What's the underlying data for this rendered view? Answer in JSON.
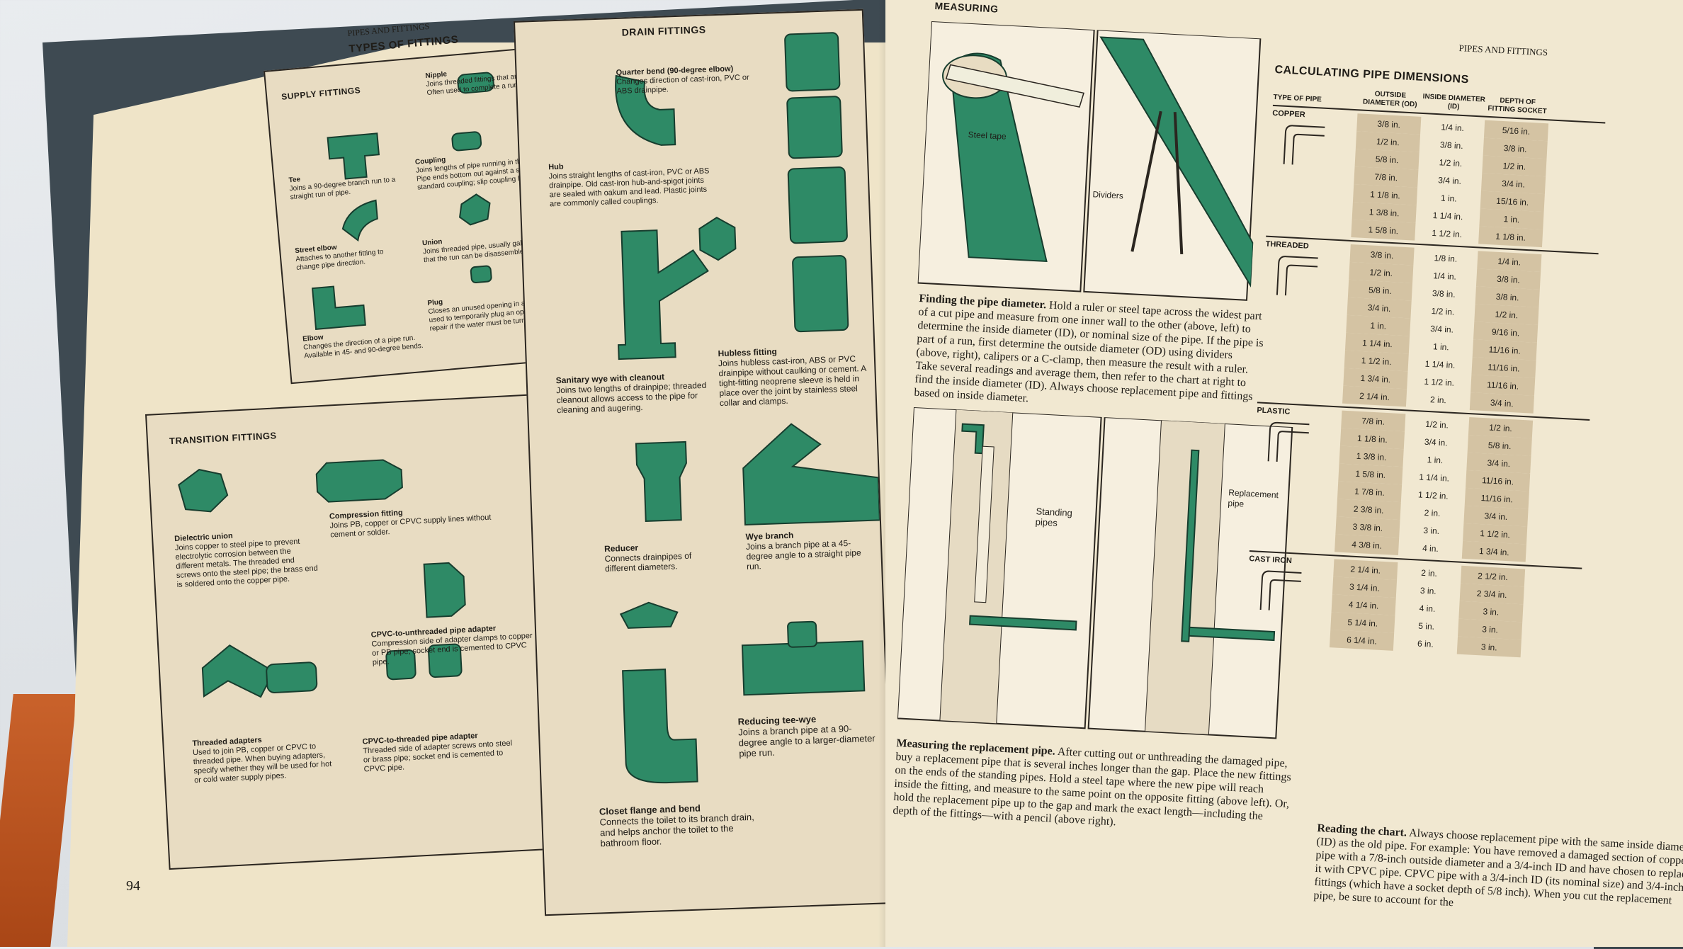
{
  "left_page": {
    "running_head": "PIPES AND FITTINGS",
    "title": "TYPES OF FITTINGS",
    "page_number": "94",
    "supply": {
      "heading": "SUPPLY FITTINGS",
      "items": [
        {
          "name": "Nipple",
          "desc": "Joins threaded fittings that are close together. Often used to complete a run."
        },
        {
          "name": "Tee",
          "desc": "Joins a 90-degree branch run to a straight run of pipe."
        },
        {
          "name": "Coupling",
          "desc": "Joins lengths of pipe running in the same direction. Pipe ends bottom out against a shoulder inside standard coupling; slip coupling has no shoulder."
        },
        {
          "name": "Street elbow",
          "desc": "Attaches to another fitting to change pipe direction."
        },
        {
          "name": "Union",
          "desc": "Joins threaded pipe, usually galvanized steel, so that the run can be disassembled."
        },
        {
          "name": "Elbow",
          "desc": "Changes the direction of a pipe run. Available in 45- and 90-degree bends."
        },
        {
          "name": "Plug",
          "desc": "Closes an unused opening in a pipe or fitting. Also used to temporarily plug an open pipe during a repair if the water must be turned on."
        }
      ]
    },
    "transition": {
      "heading": "TRANSITION FITTINGS",
      "items": [
        {
          "name": "Dielectric union",
          "desc": "Joins copper to steel pipe to prevent electrolytic corrosion between the different metals. The threaded end screws onto the steel pipe; the brass end is soldered onto the copper pipe."
        },
        {
          "name": "Compression fitting",
          "desc": "Joins PB, copper or CPVC supply lines without cement or solder."
        },
        {
          "name": "CPVC-to-unthreaded pipe adapter",
          "desc": "Compression side of adapter clamps to copper or PB pipe; socket end is cemented to CPVC pipe."
        },
        {
          "name": "Threaded adapters",
          "desc": "Used to join PB, copper or CPVC to threaded pipe. When buying adapters, specify whether they will be used for hot or cold water supply pipes."
        },
        {
          "name": "CPVC-to-threaded pipe adapter",
          "desc": "Threaded side of adapter screws onto steel or brass pipe; socket end is cemented to CPVC pipe."
        }
      ]
    },
    "drain": {
      "heading": "DRAIN FITTINGS",
      "items": [
        {
          "name": "Quarter bend (90-degree elbow)",
          "desc": "Changes direction of cast-iron, PVC or ABS drainpipe."
        },
        {
          "name": "Hub",
          "desc": "Joins straight lengths of cast-iron, PVC or ABS drainpipe. Old cast-iron hub-and-spigot joints are sealed with oakum and lead. Plastic joints are commonly called couplings."
        },
        {
          "name": "Hubless fitting",
          "desc": "Joins hubless cast-iron, ABS or PVC drainpipe without caulking or cement. A tight-fitting neoprene sleeve is held in place over the joint by stainless steel collar and clamps."
        },
        {
          "name": "Sanitary wye with cleanout",
          "desc": "Joins two lengths of drainpipe; threaded cleanout allows access to the pipe for cleaning and augering."
        },
        {
          "name": "Reducer",
          "desc": "Connects drainpipes of different diameters."
        },
        {
          "name": "Wye branch",
          "desc": "Joins a branch pipe at a 45-degree angle to a straight pipe run."
        },
        {
          "name": "Reducing tee-wye",
          "desc": "Joins a branch pipe at a 90-degree angle to a larger-diameter pipe run."
        },
        {
          "name": "Closet flange and bend",
          "desc": "Connects the toilet to its branch drain, and helps anchor the toilet to the bathroom floor."
        }
      ]
    }
  },
  "right_page": {
    "running_head_left": "MEASURING",
    "running_head_right": "PIPES AND FITTINGS",
    "fig_labels": {
      "steel_tape": "Steel tape",
      "dividers": "Dividers",
      "standing_pipes": "Standing pipes",
      "replacement_pipe": "Replacement pipe"
    },
    "caption1_bold": "Finding the pipe diameter.",
    "caption1": "Hold a ruler or steel tape across the widest part of a cut pipe and measure from one inner wall to the other (above, left) to determine the inside diameter (ID), or nominal size of the pipe. If the pipe is part of a run, first determine the outside diameter (OD) using dividers (above, right), calipers or a C-clamp, then measure the result with a ruler. Take several readings and average them, then refer to the chart at right to find the inside diameter (ID). Always choose replacement pipe and fittings based on inside diameter.",
    "caption2_bold": "Measuring the replacement pipe.",
    "caption2": "After cutting out or unthreading the damaged pipe, buy a replacement pipe that is several inches longer than the gap. Place the new fittings on the ends of the standing pipes. Hold a steel tape where the new pipe will reach inside the fitting, and measure to the same point on the opposite fitting (above left). Or, hold the replacement pipe up to the gap and mark the exact length—including the depth of the fittings—with a pencil (above right).",
    "caption3_bold": "Reading the chart.",
    "caption3": "Always choose replacement pipe with the same inside diameter (ID) as the old pipe. For example: You have removed a damaged section of copper pipe with a 7/8-inch outside diameter and a 3/4-inch ID and have chosen to replace it with CPVC pipe. CPVC pipe with a 3/4-inch ID (its nominal size) and 3/4-inch fittings (which have a socket depth of 5/8 inch). When you cut the replacement pipe, be sure to account for the"
  },
  "chart": {
    "title": "CALCULATING PIPE DIMENSIONS",
    "headers": [
      "TYPE OF PIPE",
      "OUTSIDE DIAMETER (OD)",
      "INSIDE DIAMETER (ID)",
      "DEPTH OF FITTING SOCKET"
    ],
    "groups": [
      {
        "type": "COPPER",
        "rows": [
          [
            "3/8 in.",
            "1/4 in.",
            "5/16 in."
          ],
          [
            "1/2 in.",
            "3/8 in.",
            "3/8 in."
          ],
          [
            "5/8 in.",
            "1/2 in.",
            "1/2 in."
          ],
          [
            "7/8 in.",
            "3/4 in.",
            "3/4 in."
          ],
          [
            "1 1/8 in.",
            "1 in.",
            "15/16 in."
          ],
          [
            "1 3/8 in.",
            "1 1/4 in.",
            "1 in."
          ],
          [
            "1 5/8 in.",
            "1 1/2 in.",
            "1 1/8 in."
          ]
        ]
      },
      {
        "type": "THREADED",
        "rows": [
          [
            "3/8 in.",
            "1/8 in.",
            "1/4 in."
          ],
          [
            "1/2 in.",
            "1/4 in.",
            "3/8 in."
          ],
          [
            "5/8 in.",
            "3/8 in.",
            "3/8 in."
          ],
          [
            "3/4 in.",
            "1/2 in.",
            "1/2 in."
          ],
          [
            "1 in.",
            "3/4 in.",
            "9/16 in."
          ],
          [
            "1 1/4 in.",
            "1 in.",
            "11/16 in."
          ],
          [
            "1 1/2 in.",
            "1 1/4 in.",
            "11/16 in."
          ],
          [
            "1 3/4 in.",
            "1 1/2 in.",
            "11/16 in."
          ],
          [
            "2 1/4 in.",
            "2 in.",
            "3/4 in."
          ]
        ]
      },
      {
        "type": "PLASTIC",
        "rows": [
          [
            "7/8 in.",
            "1/2 in.",
            "1/2 in."
          ],
          [
            "1 1/8 in.",
            "3/4 in.",
            "5/8 in."
          ],
          [
            "1 3/8 in.",
            "1 in.",
            "3/4 in."
          ],
          [
            "1 5/8 in.",
            "1 1/4 in.",
            "11/16 in."
          ],
          [
            "1 7/8 in.",
            "1 1/2 in.",
            "11/16 in."
          ],
          [
            "2 3/8 in.",
            "2 in.",
            "3/4 in."
          ],
          [
            "3 3/8 in.",
            "3 in.",
            "1 1/2 in."
          ],
          [
            "4 3/8 in.",
            "4 in.",
            "1 3/4 in."
          ]
        ]
      },
      {
        "type": "CAST IRON",
        "rows": [
          [
            "2 1/4 in.",
            "2 in.",
            "2 1/2 in."
          ],
          [
            "3 1/4 in.",
            "3 in.",
            "2 3/4 in."
          ],
          [
            "4 1/4 in.",
            "4 in.",
            "3 in."
          ],
          [
            "5 1/4 in.",
            "5 in.",
            "3 in."
          ],
          [
            "6 1/4 in.",
            "6 in.",
            "3 in."
          ]
        ]
      }
    ]
  },
  "colors": {
    "fitting_green": "#2e8a66",
    "paper": "#efe5cc",
    "table_band": "#d4c3a3"
  }
}
